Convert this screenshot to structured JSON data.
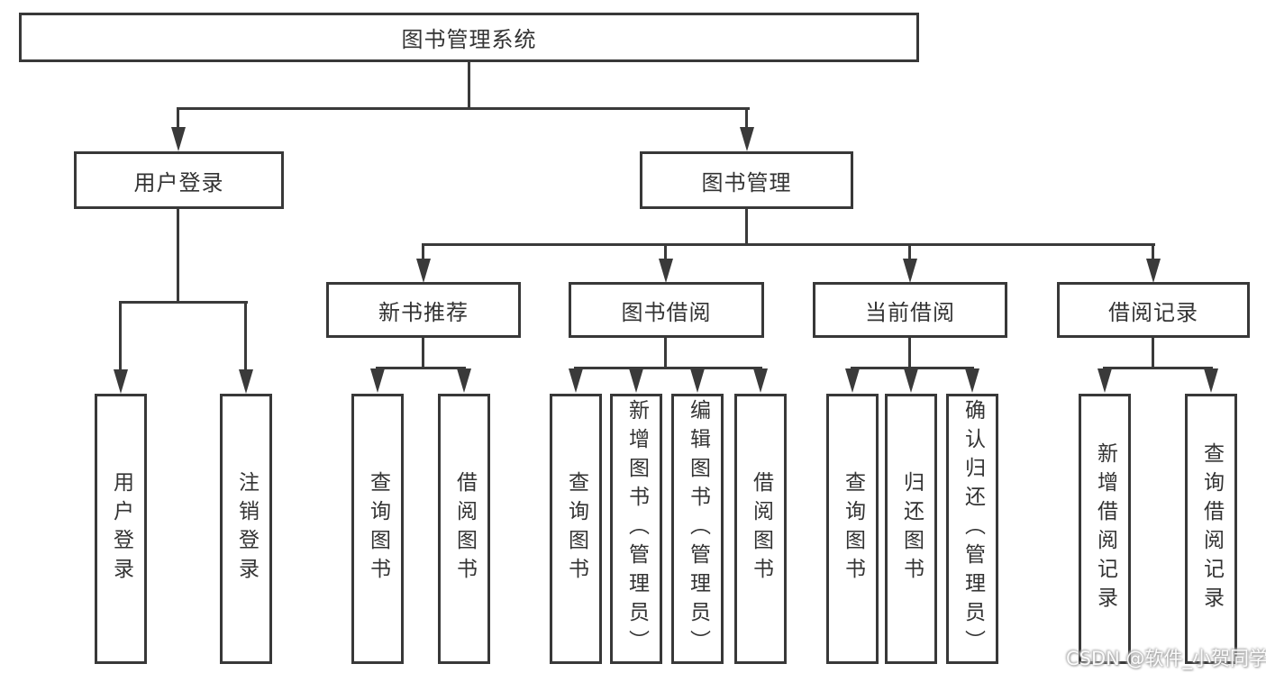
{
  "colors": {
    "background": "#ffffff",
    "line": "#3a3a3a",
    "box_border": "#383838",
    "text": "#333333",
    "watermark_halo": "#9a9a9a"
  },
  "diagram": {
    "root": {
      "label": "图书管理系统"
    },
    "branches": [
      {
        "label": "用户登录",
        "children": [
          {
            "label": "用户登录"
          },
          {
            "label": "注销登录"
          }
        ]
      },
      {
        "label": "图书管理",
        "children": [
          {
            "label": "新书推荐",
            "children": [
              {
                "label": "查询图书"
              },
              {
                "label": "借阅图书"
              }
            ]
          },
          {
            "label": "图书借阅",
            "children": [
              {
                "label": "查询图书"
              },
              {
                "label": "新增图书（管理员）"
              },
              {
                "label": "编辑图书（管理员）"
              },
              {
                "label": "借阅图书"
              }
            ]
          },
          {
            "label": "当前借阅",
            "children": [
              {
                "label": "查询图书"
              },
              {
                "label": "归还图书"
              },
              {
                "label": "确认归还（管理员）"
              }
            ]
          },
          {
            "label": "借阅记录",
            "children": [
              {
                "label": "新增借阅记录"
              },
              {
                "label": "查询借阅记录"
              }
            ]
          }
        ]
      }
    ]
  },
  "watermark": {
    "text": "CSDN @软件_小贺同学"
  }
}
